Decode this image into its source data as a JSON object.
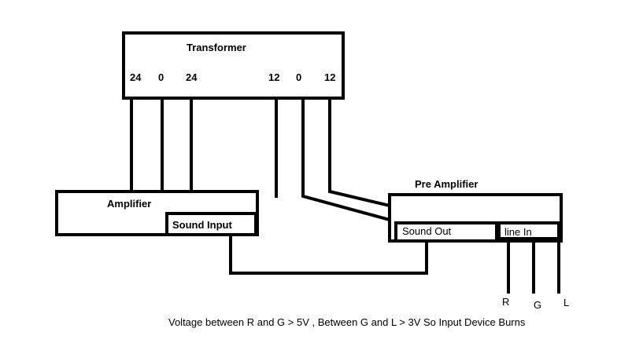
{
  "transformer": {
    "title": "Transformer",
    "taps": [
      "24",
      "0",
      "24",
      "12",
      "0",
      "12"
    ]
  },
  "amplifier": {
    "title": "Amplifier",
    "sound_input_label": "Sound Input"
  },
  "pre_amplifier": {
    "title": "Pre Amplifier",
    "sound_out_label": "Sound Out",
    "line_in_label": "line In"
  },
  "line_outputs": [
    "R",
    "G",
    "L"
  ],
  "note": "Voltage between R and G > 5V , Between G and L > 3V So Input Device Burns"
}
